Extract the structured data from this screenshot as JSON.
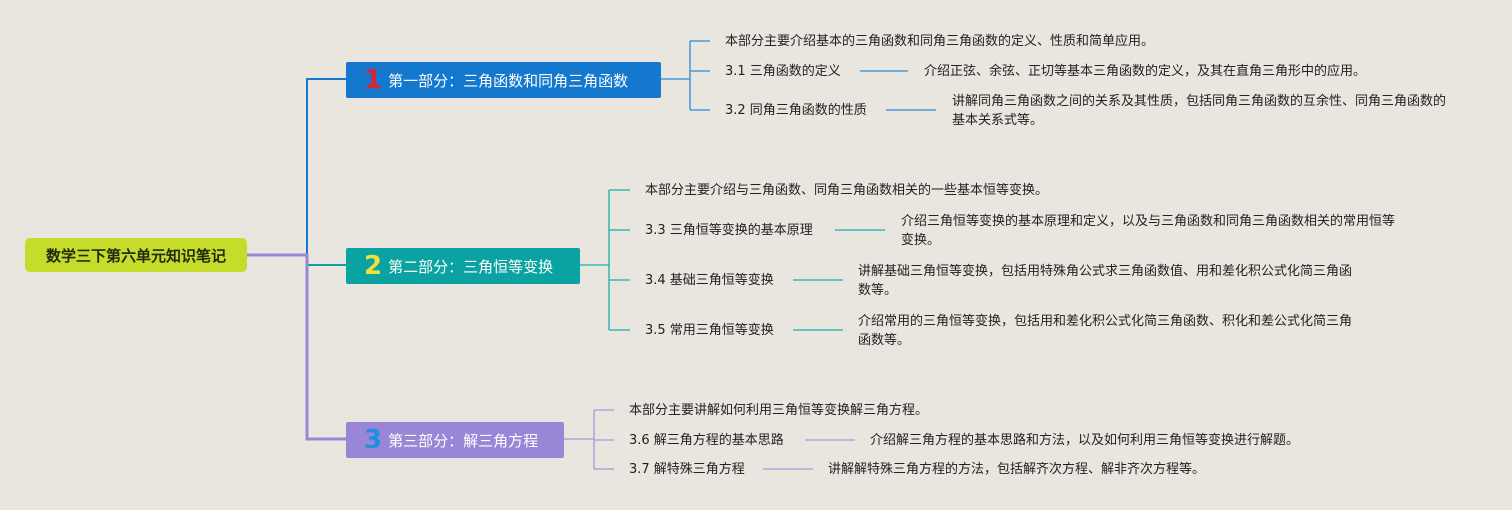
{
  "root": {
    "label": "数学三下第六单元知识笔记"
  },
  "colors": {
    "background": "#e9e6df",
    "root": "#c6dc2a",
    "branch1": "#1478cf",
    "branch2": "#0ba3a2",
    "branch3": "#9a86d6",
    "num1": "#d9232f",
    "num2": "#f0e03a",
    "num3": "#1f8fe0"
  },
  "branches": [
    {
      "number": "1",
      "label": "第一部分：三角函数和同角三角函数",
      "intro": "本部分主要介绍基本的三角函数和同角三角函数的定义、性质和简单应用。",
      "sections": [
        {
          "title": "3.1 三角函数的定义",
          "desc": "介绍正弦、余弦、正切等基本三角函数的定义，及其在直角三角形中的应用。"
        },
        {
          "title": "3.2 同角三角函数的性质",
          "desc": "讲解同角三角函数之间的关系及其性质，包括同角三角函数的互余性、同角三角函数的基本关系式等。"
        }
      ]
    },
    {
      "number": "2",
      "label": "第二部分：三角恒等变换",
      "intro": "本部分主要介绍与三角函数、同角三角函数相关的一些基本恒等变换。",
      "sections": [
        {
          "title": "3.3 三角恒等变换的基本原理",
          "desc": "介绍三角恒等变换的基本原理和定义，以及与三角函数和同角三角函数相关的常用恒等变换。"
        },
        {
          "title": "3.4 基础三角恒等变换",
          "desc": "讲解基础三角恒等变换，包括用特殊角公式求三角函数值、用和差化积公式化简三角函数等。"
        },
        {
          "title": "3.5 常用三角恒等变换",
          "desc": "介绍常用的三角恒等变换，包括用和差化积公式化简三角函数、积化和差公式化简三角函数等。"
        }
      ]
    },
    {
      "number": "3",
      "label": "第三部分：解三角方程",
      "intro": "本部分主要讲解如何利用三角恒等变换解三角方程。",
      "sections": [
        {
          "title": "3.6 解三角方程的基本思路",
          "desc": "介绍解三角方程的基本思路和方法，以及如何利用三角恒等变换进行解题。"
        },
        {
          "title": "3.7 解特殊三角方程",
          "desc": "讲解解特殊三角方程的方法，包括解齐次方程、解非齐次方程等。"
        }
      ]
    }
  ]
}
